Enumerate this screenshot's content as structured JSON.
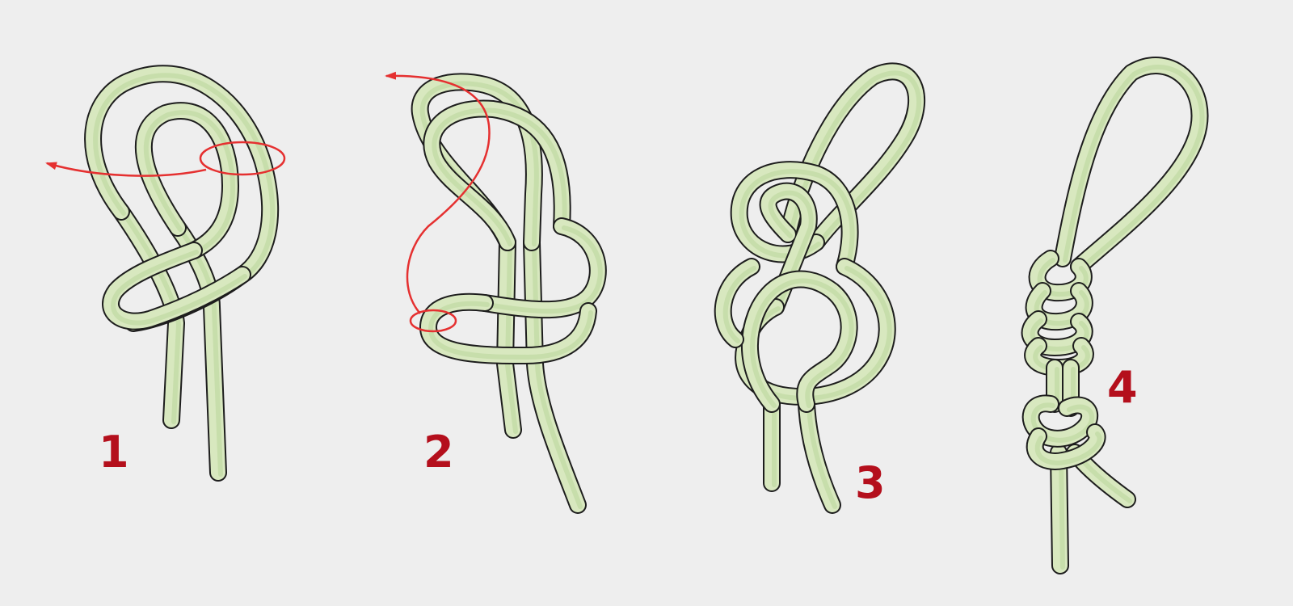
{
  "diagram": {
    "background": "#eeeeee",
    "rope_color": "#d8e8bf",
    "rope_shade": "#b9d59b",
    "outline_color": "#1d1d1d",
    "arrow_color": "#e53030",
    "number_color": "#b40f1c",
    "steps": [
      {
        "number": "1",
        "icon": "figure-eight-loop-first-wrap"
      },
      {
        "number": "2",
        "icon": "figure-eight-loop-second-pass"
      },
      {
        "number": "3",
        "icon": "figure-eight-loop-dressed"
      },
      {
        "number": "4",
        "icon": "figure-eight-loop-finished-with-stopper"
      }
    ]
  }
}
